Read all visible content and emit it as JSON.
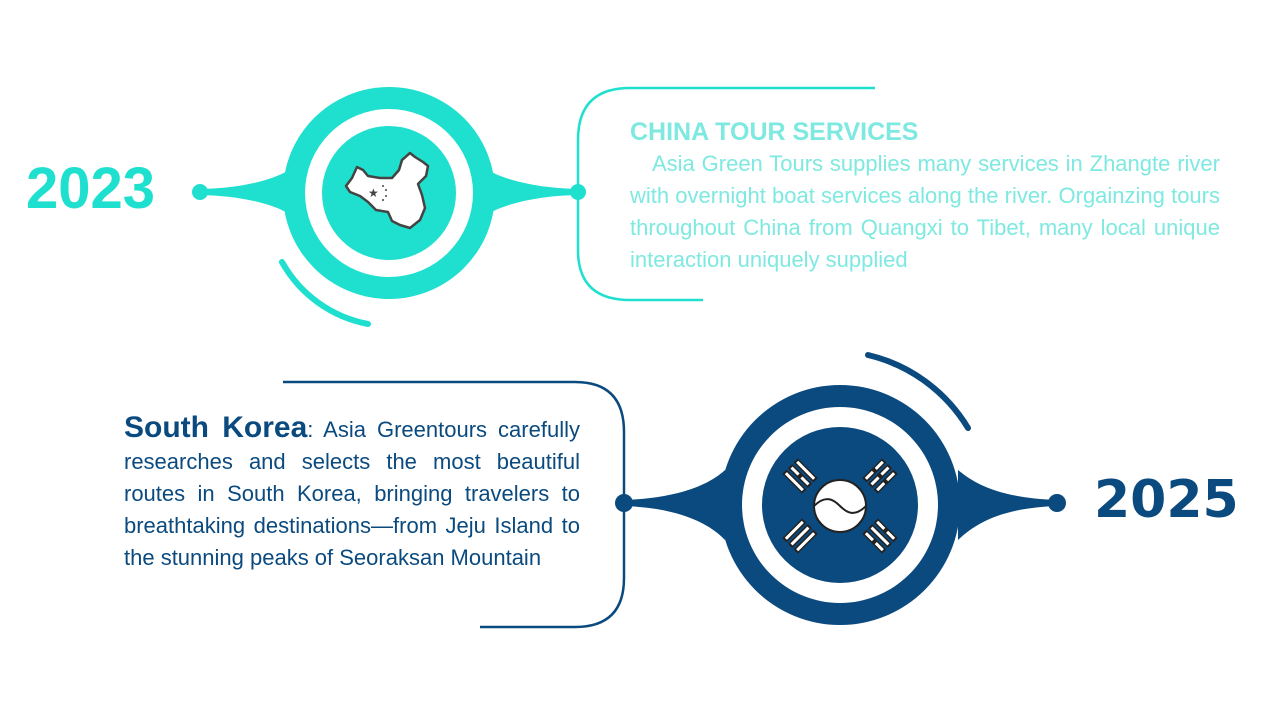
{
  "items": [
    {
      "year": "2023",
      "title": "CHINA TOUR SERVICES",
      "body": "Asia Green Tours supplies many services in Zhangte river with overnight boat services along the river. Orgainzing tours throughout China from Quangxi to Tibet, many local unique interaction uniquely supplied",
      "icon": "china-map-icon",
      "color": "#1fe0cf"
    },
    {
      "year": "2025",
      "title": "South Korea",
      "sep": ":",
      "body": " Asia Greentours carefully researches and selects the most beautiful routes in South Korea, bringing travelers to breathtaking destinations—from Jeju Island to the stunning peaks of Seoraksan Mountain",
      "icon": "korea-flag-icon",
      "color": "#0b4a7e"
    }
  ]
}
